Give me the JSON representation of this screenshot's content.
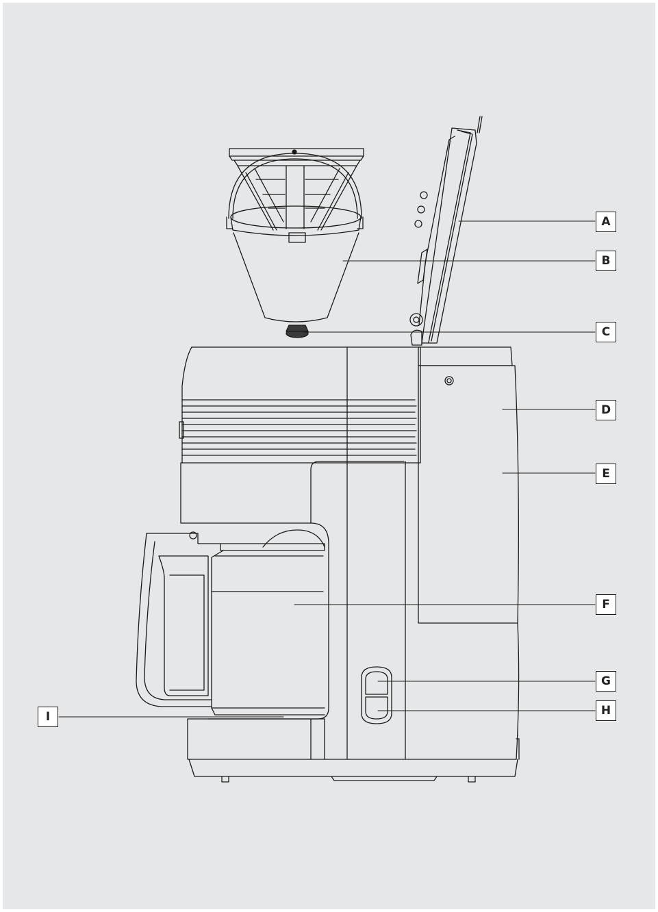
{
  "diagram": {
    "callouts": [
      {
        "id": "A",
        "label": "A"
      },
      {
        "id": "B",
        "label": "B"
      },
      {
        "id": "C",
        "label": "C"
      },
      {
        "id": "D",
        "label": "D"
      },
      {
        "id": "E",
        "label": "E"
      },
      {
        "id": "F",
        "label": "F"
      },
      {
        "id": "G",
        "label": "G"
      },
      {
        "id": "H",
        "label": "H"
      },
      {
        "id": "I",
        "label": "I"
      }
    ],
    "colors": {
      "background": "#e6e7e8",
      "line": "#1a1a1a",
      "box_fill": "#ffffff",
      "dark_part": "#3a3a3a"
    }
  }
}
